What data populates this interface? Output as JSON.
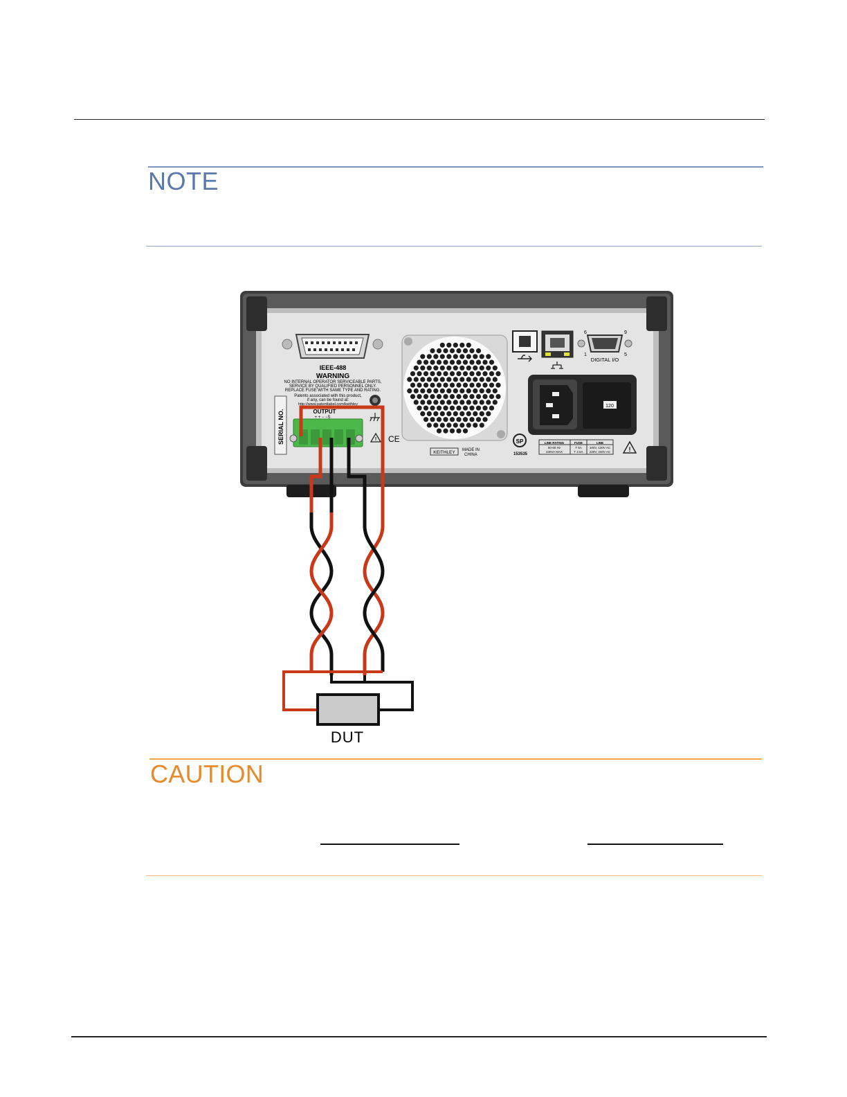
{
  "note": {
    "title": "NOTE"
  },
  "caution": {
    "title": "CAUTION"
  },
  "figure": {
    "dut_label": "DUT",
    "ieee_label": "IEEE-488",
    "warning_title": "WARNING",
    "warning_lines": [
      "NO INTERNAL OPERATOR SERVICEABLE PARTS,",
      "SERVICE BY QUALIFIED PERSONNEL ONLY.",
      "REPLACE FUSE WITH SAME TYPE AND RATING."
    ],
    "patents_lines": [
      "Patents associated with this product,",
      "if any, can be found at:",
      "http://www.patentlabel.com/keithley"
    ],
    "serial_label": "SERIAL NO.",
    "output_label": "OUTPUT",
    "output_pins": "+  +  −  −S",
    "ce_mark": "CE",
    "digital_io": "DIGITAL I/O",
    "pin_6": "6",
    "pin_9": "9",
    "pin_1": "1",
    "pin_5": "5",
    "voltage_selector": "120",
    "brand": "KEITHLEY",
    "made_in": "MADE IN",
    "country": "CHINA",
    "cert_number": "153535",
    "rating_headers": [
      "LINE RATING",
      "FUSE",
      "LINE"
    ],
    "rating_row_1": [
      "50-60 Hz",
      "T 5A",
      "100V, 120V AC"
    ],
    "rating_row_2": [
      "430VA MAX",
      "T 2.5A",
      "220V, 240V AC"
    ]
  },
  "colors": {
    "note_accent": "#5b78ad",
    "caution_accent": "#e8892a",
    "red_wire": "#c8391a",
    "black_wire": "#111111",
    "terminal_green": "#4cb849"
  }
}
